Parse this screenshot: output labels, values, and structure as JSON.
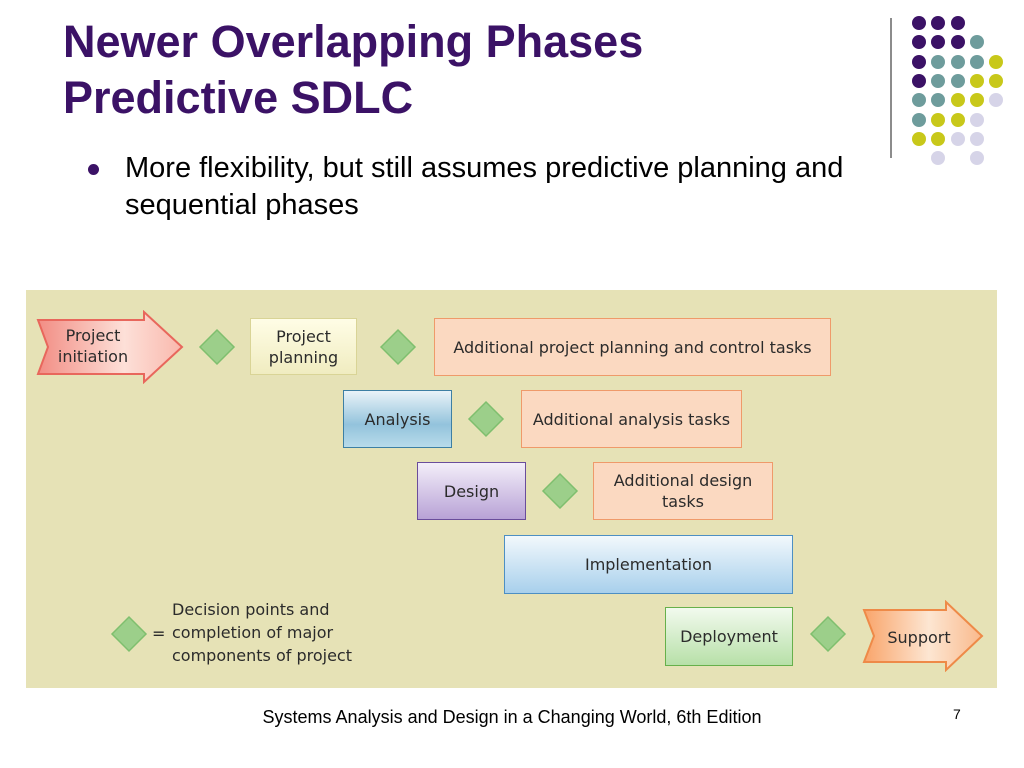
{
  "slide": {
    "title_lines": [
      "Newer Overlapping Phases",
      "Predictive SDLC"
    ],
    "bullet": "More flexibility, but still assumes predictive planning and sequential phases",
    "footer": "Systems Analysis and Design in a Changing World, 6th Edition",
    "page_number": "7"
  },
  "colors": {
    "title": "#3b1266",
    "dot_purple": "#3b1266",
    "dot_teal": "#6e9c9c",
    "dot_yellow": "#c8c81a",
    "dot_lavender": "#d6d4e8",
    "diagram_background": "#e6e2b6",
    "diamond": "#9ccf8a"
  },
  "diagram": {
    "project_initiation": [
      "Project",
      "initiation"
    ],
    "project_planning": [
      "Project",
      "planning"
    ],
    "additional_planning": "Additional project planning and control tasks",
    "analysis": "Analysis",
    "additional_analysis": "Additional analysis tasks",
    "design": "Design",
    "additional_design": [
      "Additional design",
      "tasks"
    ],
    "implementation": "Implementation",
    "deployment": "Deployment",
    "support": "Support",
    "legend_equals": "=",
    "legend_lines": [
      "Decision points and",
      "completion of major",
      "components of project"
    ]
  }
}
